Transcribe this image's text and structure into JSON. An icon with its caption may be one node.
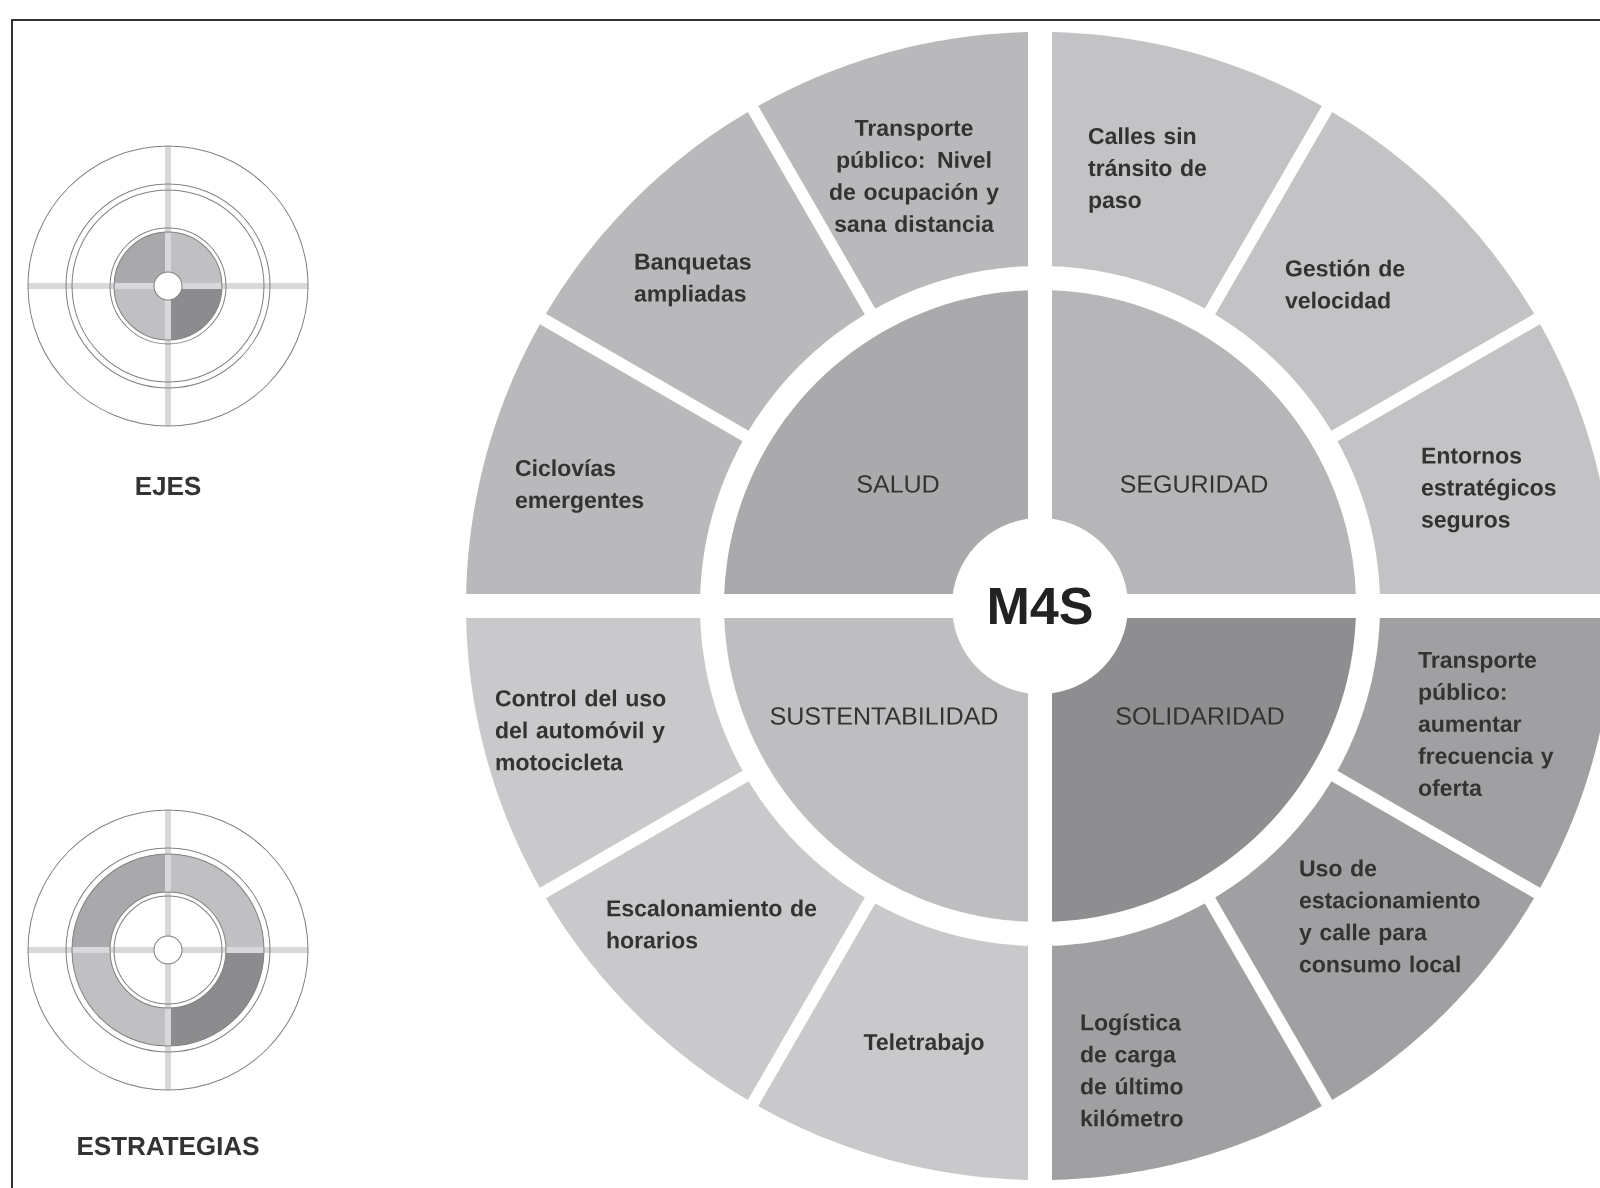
{
  "diagram": {
    "nodes": [
      {
        "text": [
          "Transporte público: Nivel de ocupación y sana distancia"
        ]
      },
      {
        "text": [
          "Calles sin tránsito de paso"
        ]
      },
      {
        "text": [
          "Banquetas ampliadas"
        ]
      },
      {
        "text": [
          "Gestión de velocidad"
        ]
      },
      {
        "text": [
          "Ciclovías emergentes"
        ]
      },
      {
        "text": [
          "SALUD"
        ]
      },
      {
        "text": [
          "SEGURIDAD"
        ]
      },
      {
        "text": [
          "Entornos estratégicos seguros"
        ]
      },
      {
        "text": [
          "M4S"
        ]
      },
      {
        "text": [
          "Control del uso del automóvil y motocicleta"
        ]
      },
      {
        "text": [
          "SUSTENTABILIDAD"
        ]
      },
      {
        "text": [
          "SOLIDARIDAD"
        ]
      },
      {
        "text": [
          "Transporte público: aumentar frecuencia y oferta"
        ]
      },
      {
        "text": [
          "Escalonamiento de horarios"
        ]
      },
      {
        "text": [
          "Uso de estacionamiento y calle para consumo local"
        ]
      },
      {
        "text": [
          "Teletrabajo"
        ]
      },
      {
        "text": [
          "Logística de carga de último kilómetro"
        ]
      }
    ],
    "labels": [
      "EJES",
      "ESTRATEGIAS"
    ]
  }
}
